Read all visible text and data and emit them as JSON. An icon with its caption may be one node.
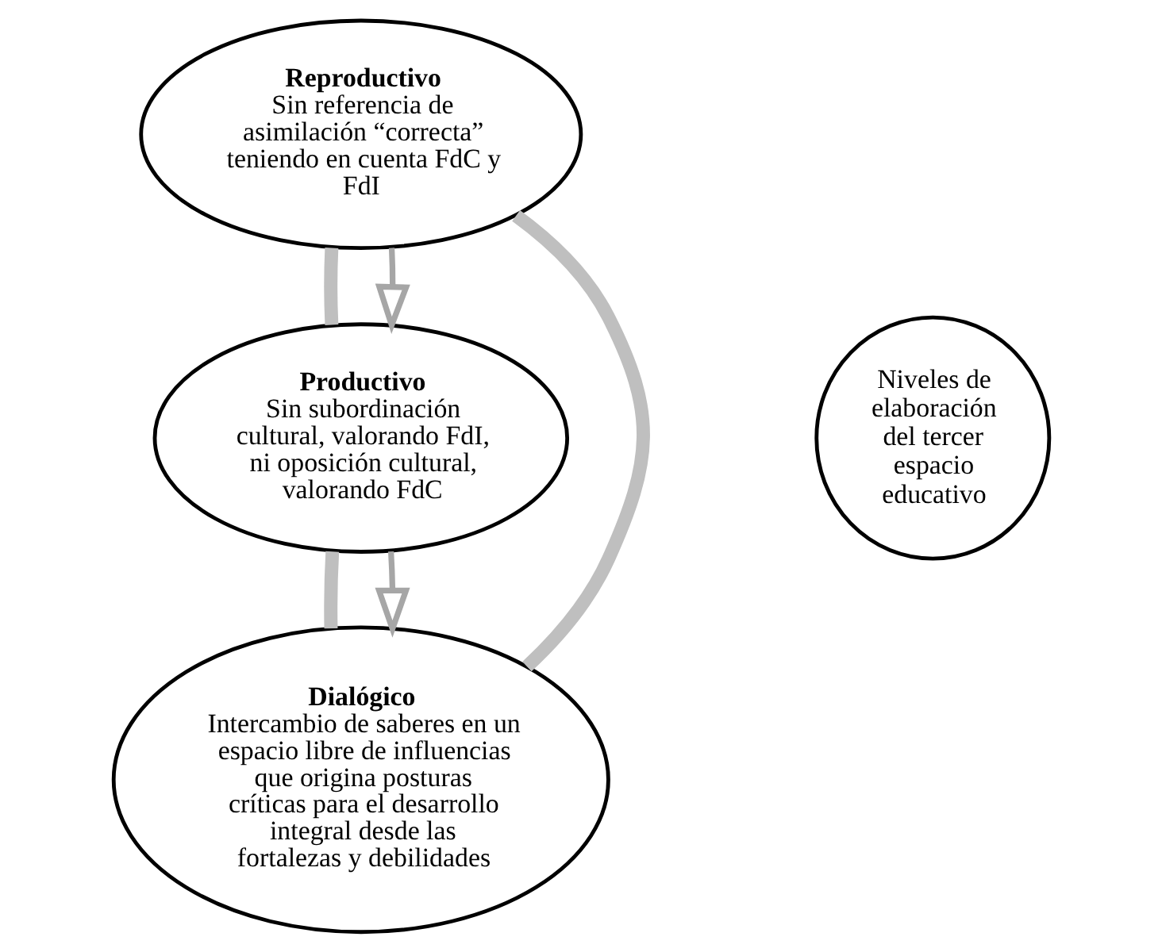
{
  "diagram": {
    "nodes": [
      {
        "text": [
          "Reproductivo",
          "Sin referencia de asimilación “correcta” teniendo en cuenta FdC y FdI"
        ]
      },
      {
        "text": [
          "Niveles de elaboración del tercer espacio educativo"
        ]
      },
      {
        "text": [
          "Productivo",
          "Sin subordinación cultural, valorando FdI, ni oposición cultural, valorando FdC"
        ]
      },
      {
        "text": [
          "Dialógico",
          "Intercambio de saberes en un espacio libre de influencias que origina posturas críticas para el desarrollo integral desde las fortalezas y debilidades"
        ]
      }
    ],
    "edges": [
      {
        "from": 0,
        "to": 2,
        "arrow": "none"
      },
      {
        "from": 2,
        "to": 3,
        "arrow": "none"
      },
      {
        "from": 3,
        "to": 0,
        "arrow": "none"
      },
      {
        "from": 0,
        "to": 2,
        "arrow": "to",
        "color": "#a6a6a6"
      },
      {
        "from": 2,
        "to": 3,
        "arrow": "to",
        "color": "#a6a6a6"
      }
    ]
  }
}
